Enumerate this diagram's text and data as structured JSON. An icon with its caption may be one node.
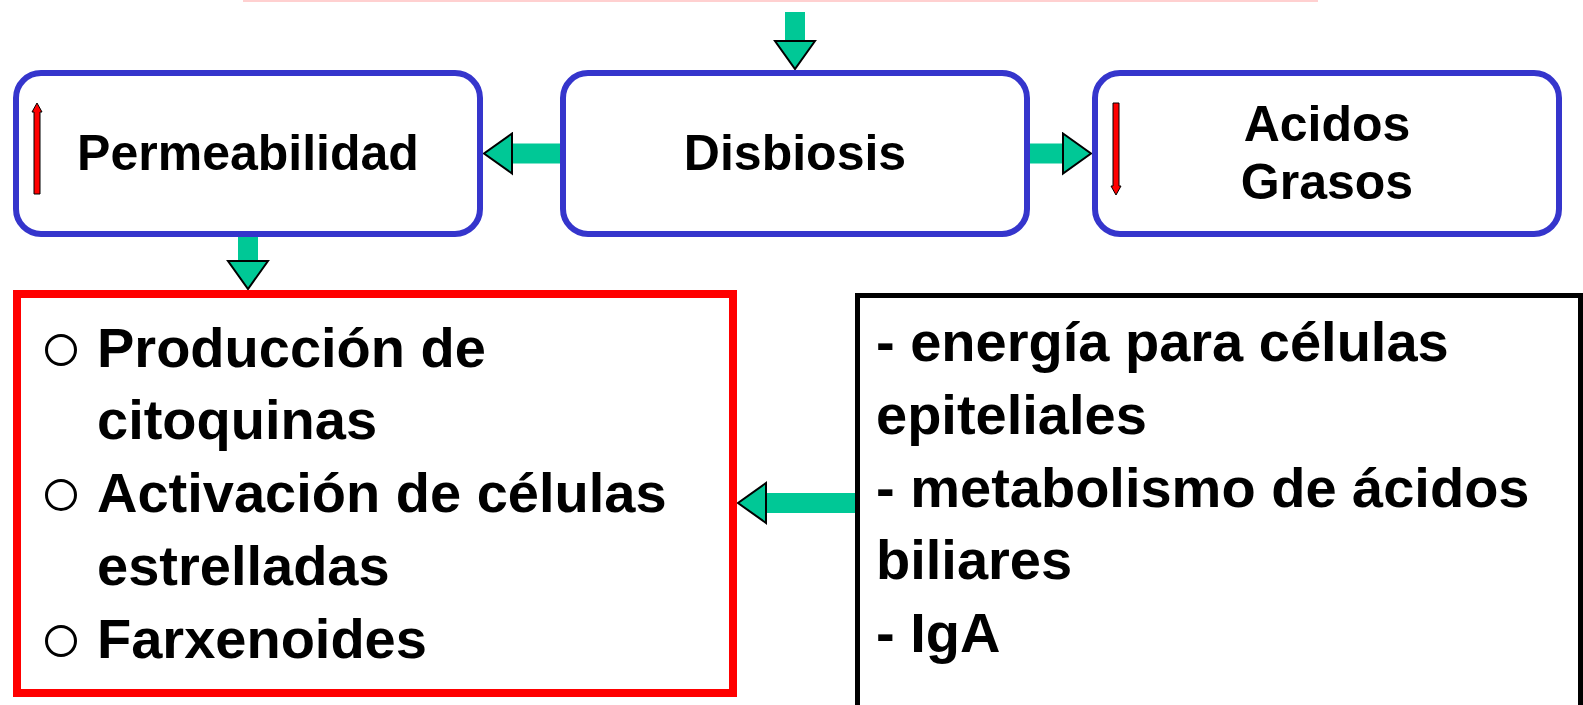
{
  "diagram": {
    "nodes": [
      {
        "text": [
          "Disbiosis"
        ]
      },
      {
        "text": [
          "Permeabilidad"
        ]
      },
      {
        "text": [
          "Acidos Grasos"
        ]
      },
      {
        "text": [
          "Producción de citoquinas",
          "Activación de células estrelladas",
          "Farxenoides"
        ]
      },
      {
        "text": [
          "- energía para células epiteliales",
          "- metabolismo de ácidos biliares",
          "- IgA"
        ]
      }
    ],
    "edges": [
      {
        "from": null,
        "to": 0,
        "arrow": "to"
      },
      {
        "from": 0,
        "to": 1,
        "arrow": "to"
      },
      {
        "from": 0,
        "to": 2,
        "arrow": "to"
      },
      {
        "from": 1,
        "to": 3,
        "arrow": "to"
      },
      {
        "from": 4,
        "to": 3,
        "arrow": "to"
      }
    ]
  }
}
